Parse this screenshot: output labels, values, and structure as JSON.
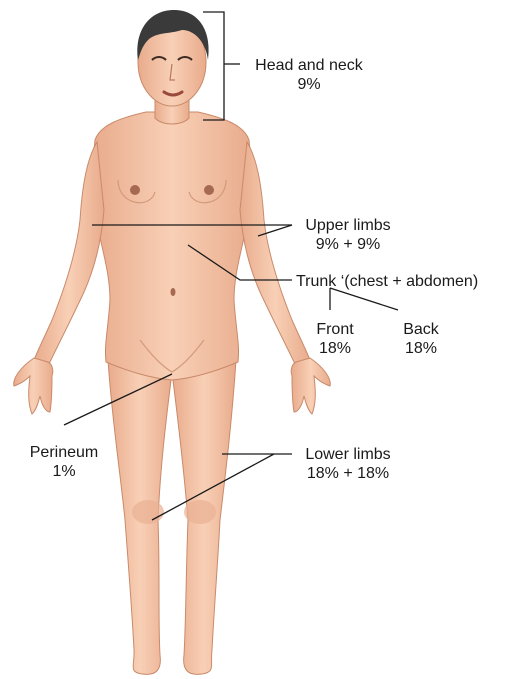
{
  "labels": {
    "head_neck": {
      "name": "Head and neck",
      "value": "9%"
    },
    "upper_limbs": {
      "name": "Upper limbs",
      "value": "9% + 9%"
    },
    "trunk": {
      "name": "Trunk ‘(chest + abdomen)"
    },
    "trunk_front": {
      "name": "Front",
      "value": "18%"
    },
    "trunk_back": {
      "name": "Back",
      "value": "18%"
    },
    "perineum": {
      "name": "Perineum",
      "value": "1%"
    },
    "lower_limbs": {
      "name": "Lower limbs",
      "value": "18% + 18%"
    }
  },
  "colors": {
    "skin": "#f4c4a6",
    "skin_shadow": "#e3a586",
    "hair": "#3a3a3a",
    "line": "#1a1a1a"
  }
}
